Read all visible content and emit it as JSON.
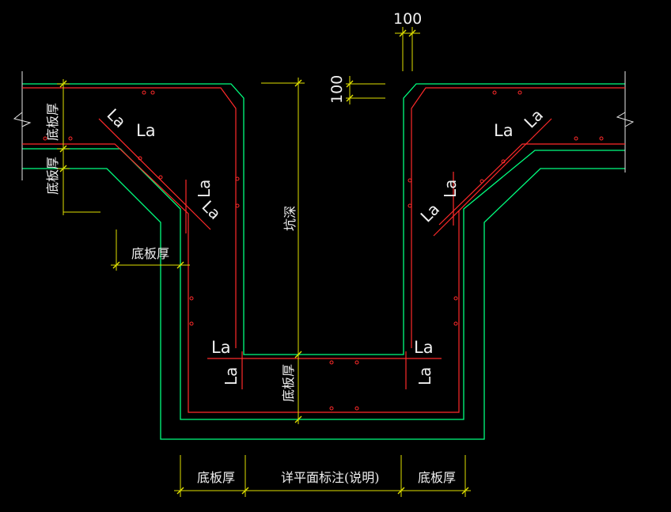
{
  "labels": {
    "dim_100_top": "100",
    "dim_100_side": "100",
    "la": "La",
    "slab_thickness": "底板厚",
    "pit_depth": "坑深",
    "plan_note": "详平面标注(说明)"
  },
  "colors": {
    "concrete_outline": "#00ff7f",
    "rebar": "#ff2a2a",
    "dimension": "#e0e000",
    "text": "#f0f0f0",
    "background": "#000000"
  }
}
